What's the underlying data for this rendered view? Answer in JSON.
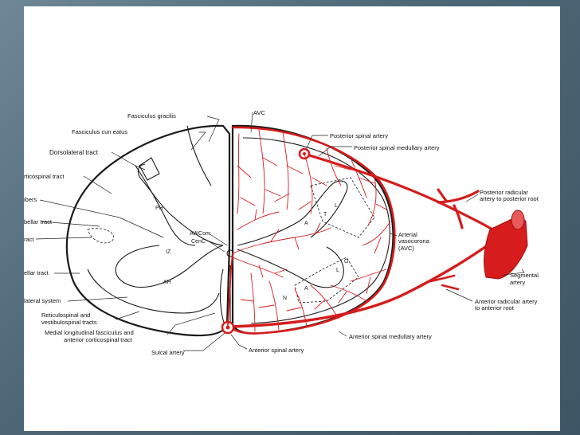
{
  "labels": {
    "fasciculus_gracilis": "Fasciculus gracilis",
    "fasciculus_cuneatus": "Fasciculus cun eatus",
    "dorsolateral_tract": "Dorsolateral tract",
    "corticospinal_tract": "rticospinal tract",
    "fibers": "ibers",
    "cerebellar_tract_1": "bellar tract",
    "tract": "ract",
    "cerebellar_tract_2": "ellar tract",
    "lateral_system": "lateral system",
    "reticulospinal": "Reticulospinal and",
    "vestibulospinal": "vestibulospinal tracts",
    "medial_longitudinal": "Medial longitudinal fasciculus and",
    "anterior_corticospinal": "anterior corticospinal tract",
    "sulcal_artery": "Sulcal artery",
    "anterior_spinal_artery": "Anterior spinal artery",
    "anterior_spinal_medullary_artery": "Anterior spinal medullary artery",
    "anterior_radicular_1": "Anterior radicular artery",
    "anterior_radicular_2": "to anterior root",
    "segmental_1": "Segmental",
    "segmental_2": "artery",
    "arterial_1": "Arterial",
    "arterial_2": "vasocorona",
    "arterial_3": "(AVC)",
    "posterior_radicular_1": "Posterior radicular",
    "posterior_radicular_2": "artery to posterior root",
    "posterior_spinal_medullary_artery": "Posterior spinal medullary artery",
    "posterior_spinal_artery": "Posterior spinal artery",
    "avc_top": "AVC",
    "awcom": "AWCom",
    "cenc": "CenC",
    "ph": "PH",
    "iz": "IZ",
    "ah": "AH",
    "l_upper": "L",
    "t_upper": "T",
    "a_upper": "A",
    "g_lower": "G",
    "l_lower": "L",
    "a_lower": "A",
    "n_lower": "N"
  },
  "colors": {
    "artery": "#d61c1c",
    "outline": "#1a1a1a",
    "background": "#ffffff"
  }
}
